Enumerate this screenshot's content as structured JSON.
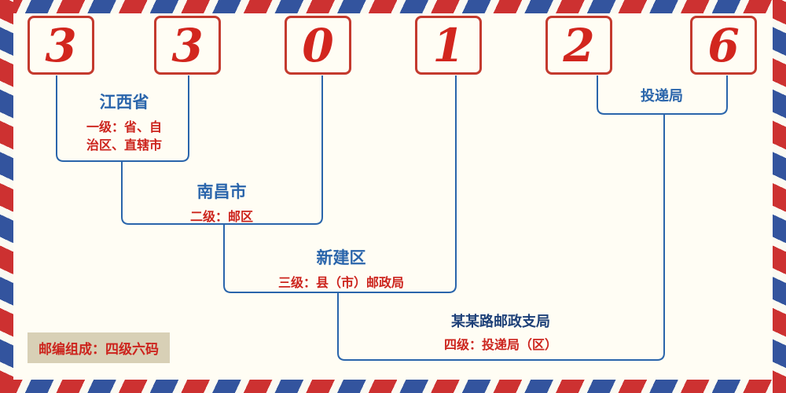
{
  "colors": {
    "red": "#cc241d",
    "blue": "#2a65ab",
    "navy": "#1d4078",
    "digit-red": "#d2261e",
    "footer-bg": "#d8d0b6",
    "paper": "#fffdf4"
  },
  "postal_code": {
    "digits": [
      "3",
      "3",
      "0",
      "1",
      "2",
      "6"
    ]
  },
  "levels": {
    "level1": {
      "name": "江西省",
      "desc_line1": "一级：省、自",
      "desc_line2": "治区、直辖市"
    },
    "level2": {
      "name": "南昌市",
      "desc": "二级：邮区"
    },
    "level3": {
      "name": "新建区",
      "desc": "三级：县（市）邮政局"
    },
    "level4": {
      "name": "某某路邮政支局",
      "desc": "四级：投递局（区）"
    },
    "delivery_label": "投递局",
    "footer_note": "邮编组成：四级六码"
  }
}
